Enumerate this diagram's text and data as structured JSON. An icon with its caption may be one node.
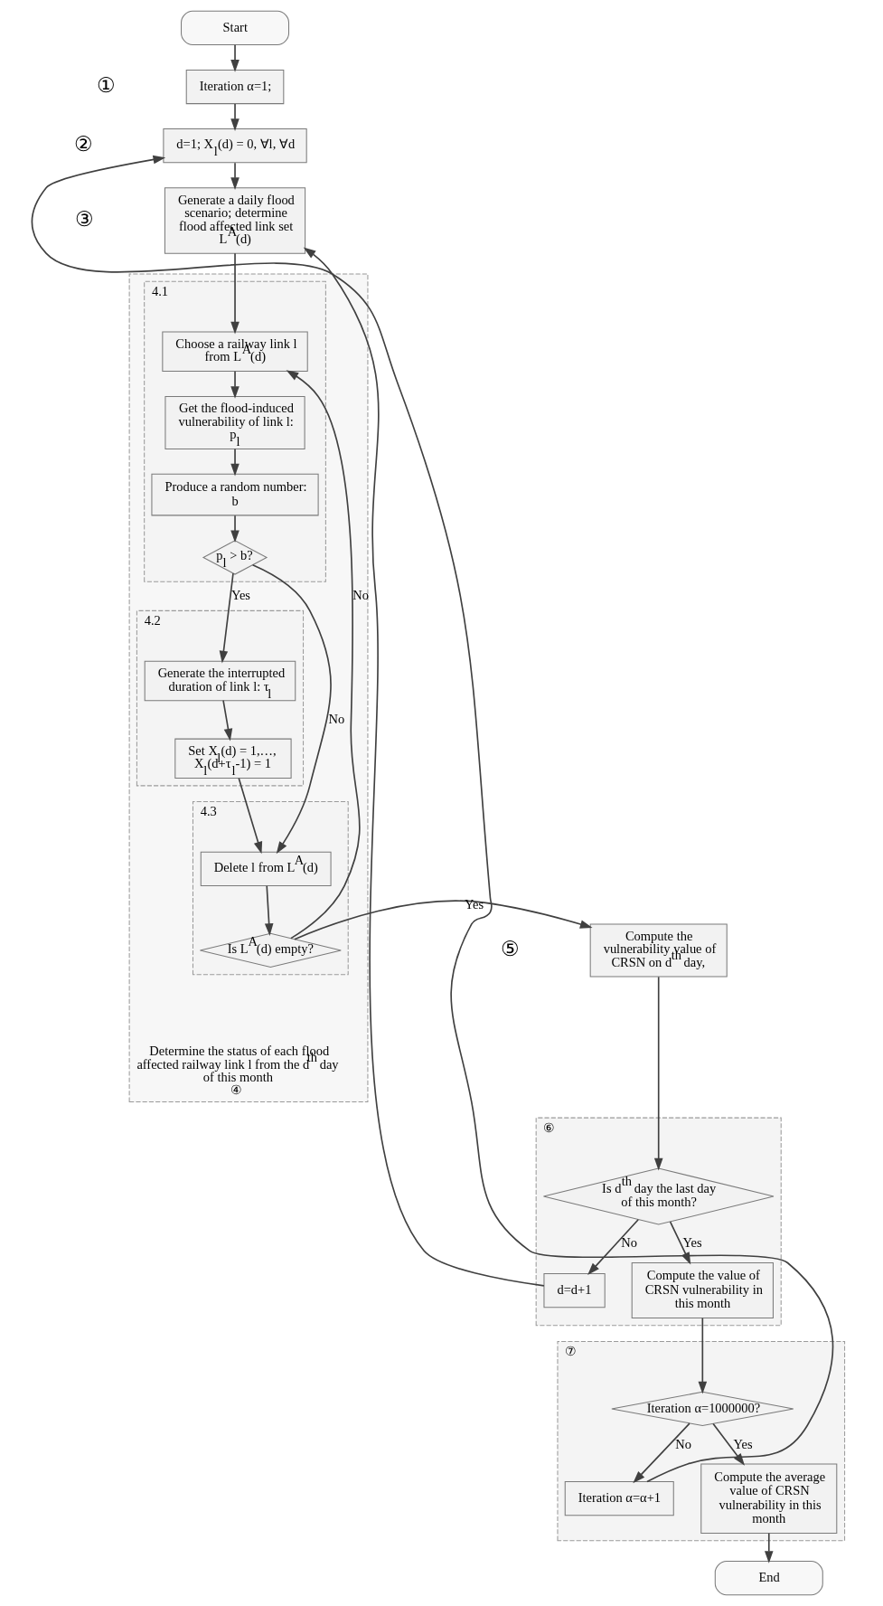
{
  "diagram": {
    "nodes": [
      {
        "text": [
          "Start"
        ]
      },
      {
        "text": [
          "Iteration α=1;"
        ],
        "beside": [
          "①"
        ]
      },
      {
        "text": [
          "d=1; X$_{l}$(d) = 0, ∀l, ∀d"
        ],
        "beside": [
          "②"
        ]
      },
      {
        "text": [
          "Generate a daily flood scenario; determine flood affected link set L$^{A}$(d)"
        ],
        "beside": [
          "③"
        ]
      },
      {
        "text": [
          "Determine the status of each flood affected railway link l from the d$^{th}$ day of this month",
          "④"
        ]
      },
      {
        "text": [
          "4.1"
        ],
        "in": 4
      },
      {
        "text": [
          "Choose a railway link l from L$^{A}$(d)"
        ],
        "in": 5
      },
      {
        "text": [
          "Get the flood-induced vulnerability of link l: p$_{l}$"
        ],
        "in": 5
      },
      {
        "text": [
          "Produce a random number: b"
        ],
        "in": 5
      },
      {
        "text": [
          "p$_{l}$ > b?"
        ],
        "in": 5
      },
      {
        "text": [
          "4.2"
        ],
        "in": 4
      },
      {
        "text": [
          "Generate the interrupted duration of link l: τ$_{l}$"
        ],
        "in": 10
      },
      {
        "text": [
          "Set X$_{l}$(d) = 1,…, X$_{l}$(d+τ$_{l}$-1) = 1"
        ],
        "in": 10
      },
      {
        "text": [
          "4.3"
        ],
        "in": 4
      },
      {
        "text": [
          "Delete l from L$^{A}$(d)"
        ],
        "in": 13
      },
      {
        "text": [
          "Is L$^{A}$(d) empty?"
        ],
        "in": 13
      },
      {
        "text": [
          "Compute the vulnerability value of CRSN on d$^{th}$ day,"
        ],
        "beside": [
          "⑤"
        ]
      },
      {
        "text": [
          "⑥"
        ]
      },
      {
        "text": [
          "Is d$^{th}$ day the last day of this month?"
        ],
        "in": 17
      },
      {
        "text": [
          "d=d+1"
        ],
        "in": 17
      },
      {
        "text": [
          "Compute the value of CRSN vulnerability in this month"
        ],
        "in": 17
      },
      {
        "text": [
          "⑦"
        ]
      },
      {
        "text": [
          "Iteration α=1000000?"
        ],
        "in": 21
      },
      {
        "text": [
          "Iteration α=α+1"
        ],
        "in": 21
      },
      {
        "text": [
          "Compute the average value of CRSN vulnerability in this month"
        ],
        "in": 21
      },
      {
        "text": [
          "End"
        ]
      }
    ],
    "edges": [
      {
        "from": 0,
        "to": 1,
        "arrow": "to"
      },
      {
        "from": 1,
        "to": 2,
        "arrow": "to"
      },
      {
        "from": 2,
        "to": 3,
        "arrow": "to"
      },
      {
        "from": 3,
        "to": 6,
        "arrow": "to"
      },
      {
        "from": 6,
        "to": 7,
        "arrow": "to"
      },
      {
        "from": 7,
        "to": 8,
        "arrow": "to"
      },
      {
        "from": 8,
        "to": 9,
        "arrow": "to"
      },
      {
        "from": 9,
        "to": 11,
        "arrow": "to",
        "label": "Yes"
      },
      {
        "from": 9,
        "to": 14,
        "arrow": "to",
        "label": "No"
      },
      {
        "from": 11,
        "to": 12,
        "arrow": "to"
      },
      {
        "from": 12,
        "to": 14,
        "arrow": "to"
      },
      {
        "from": 14,
        "to": 15,
        "arrow": "to"
      },
      {
        "from": 15,
        "to": 6,
        "arrow": "to",
        "label": "No"
      },
      {
        "from": 15,
        "to": 16,
        "arrow": "to",
        "label": "Yes"
      },
      {
        "from": 16,
        "to": 18,
        "arrow": "to"
      },
      {
        "from": 18,
        "to": 19,
        "arrow": "to",
        "label": "No"
      },
      {
        "from": 19,
        "to": 3,
        "arrow": "to"
      },
      {
        "from": 18,
        "to": 20,
        "arrow": "to",
        "label": "Yes"
      },
      {
        "from": 20,
        "to": 22,
        "arrow": "to"
      },
      {
        "from": 22,
        "to": 23,
        "arrow": "to",
        "label": "No"
      },
      {
        "from": 23,
        "to": 2,
        "arrow": "to"
      },
      {
        "from": 22,
        "to": 24,
        "arrow": "to",
        "label": "Yes"
      },
      {
        "from": 24,
        "to": 25,
        "arrow": "to"
      }
    ]
  }
}
